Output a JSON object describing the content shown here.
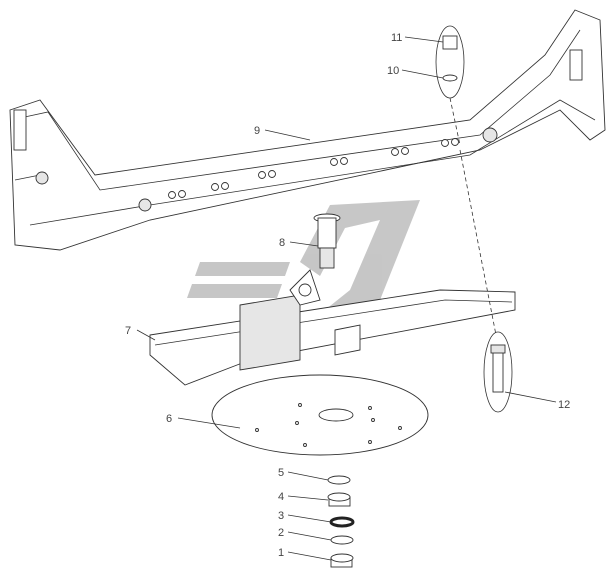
{
  "diagram": {
    "title": "Exploded view of fifth-wheel coupling mounting",
    "callouts": [
      {
        "id": "1",
        "text": "1"
      },
      {
        "id": "2",
        "text": "2"
      },
      {
        "id": "3",
        "text": "3"
      },
      {
        "id": "4",
        "text": "4"
      },
      {
        "id": "5",
        "text": "5"
      },
      {
        "id": "6",
        "text": "6"
      },
      {
        "id": "7",
        "text": "7"
      },
      {
        "id": "8",
        "text": "8"
      },
      {
        "id": "9",
        "text": "9"
      },
      {
        "id": "10",
        "text": "10"
      },
      {
        "id": "11",
        "text": "11"
      },
      {
        "id": "12",
        "text": "12"
      }
    ],
    "colors": {
      "line": "#333333",
      "watermark": "#b4b4b4",
      "fill": "#e6e6e6"
    }
  }
}
